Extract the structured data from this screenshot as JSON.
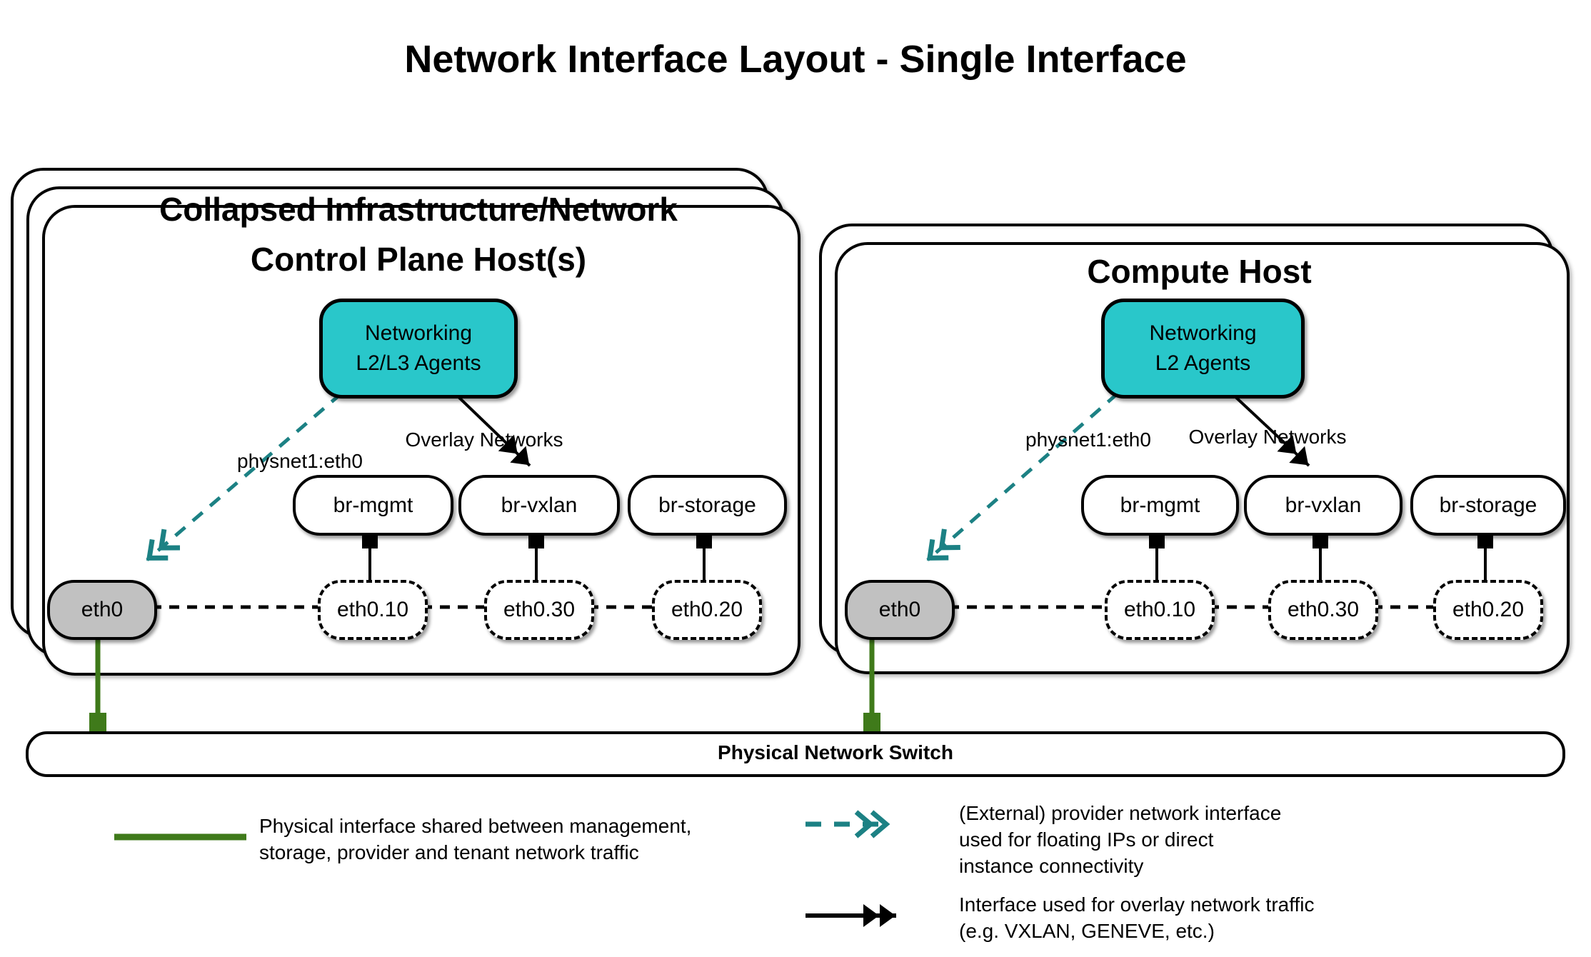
{
  "title": "Network Interface Layout - Single Interface",
  "colors": {
    "teal_fill": "#29c7ca",
    "teal_line": "#1c8184",
    "green": "#3f7a1a",
    "gray_fill": "#c1c1c1",
    "line_black": "#000000"
  },
  "hosts": [
    {
      "title_line1": "Collapsed Infrastructure/Network",
      "title_line2": "Control Plane Host(s)",
      "agent_line1": "Networking",
      "agent_line2": "L2/L3 Agents",
      "physnet_label": "physnet1:eth0",
      "overlay_label": "Overlay Networks",
      "bridges": [
        "br-mgmt",
        "br-vxlan",
        "br-storage"
      ],
      "vlan_ifaces": [
        "eth0.10",
        "eth0.30",
        "eth0.20"
      ],
      "nic": "eth0"
    },
    {
      "title_line1": "Compute Host",
      "agent_line1": "Networking",
      "agent_line2": "L2 Agents",
      "physnet_label": "physnet1:eth0",
      "overlay_label": "Overlay Networks",
      "bridges": [
        "br-mgmt",
        "br-vxlan",
        "br-storage"
      ],
      "vlan_ifaces": [
        "eth0.10",
        "eth0.30",
        "eth0.20"
      ],
      "nic": "eth0"
    }
  ],
  "switch": {
    "label": "Physical Network Switch"
  },
  "legend": {
    "physical": {
      "line1": "Physical interface shared between management,",
      "line2": "storage, provider and tenant network traffic"
    },
    "provider": {
      "line1": "(External) provider network interface",
      "line2": "used for floating IPs or direct",
      "line3": "instance connectivity"
    },
    "overlay": {
      "line1": "Interface used for overlay network traffic",
      "line2": "(e.g. VXLAN, GENEVE, etc.)"
    }
  }
}
